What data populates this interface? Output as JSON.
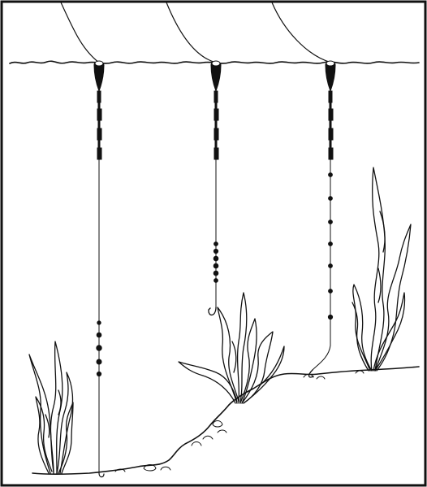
{
  "image": {
    "kind": "line-illustration",
    "ink_color": "#111111",
    "background": "#ffffff",
    "frame": true
  },
  "rigs": [
    {
      "name": "rig-left",
      "depth": "bottom",
      "shot_pattern": "spread-shot-near-bottom",
      "hook": "on-bottom"
    },
    {
      "name": "rig-middle",
      "depth": "mid-water",
      "shot_pattern": "bulk-shot-cluster",
      "hook": "hanging-mid-water"
    },
    {
      "name": "rig-right",
      "depth": "bottom",
      "shot_pattern": "evenly-spaced-shot",
      "hook": "on-bottom"
    }
  ],
  "icons": {
    "float": "float-icon",
    "weed": "weed-icon",
    "hook": "hook-icon"
  }
}
